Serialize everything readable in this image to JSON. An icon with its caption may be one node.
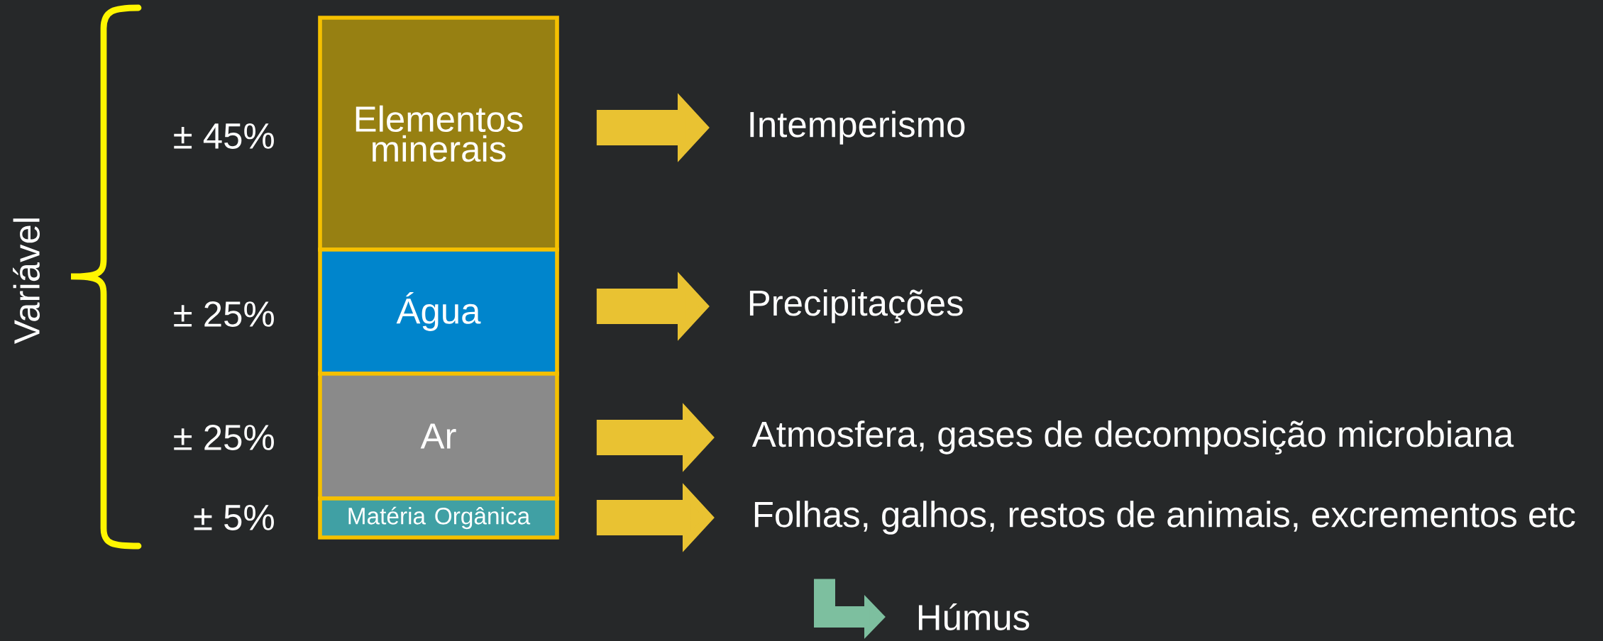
{
  "diagram": {
    "nodes": [
      {
        "text": [
          "Elementos minerais"
        ],
        "beside": [
          "± 45%"
        ]
      },
      {
        "text": [
          "Água"
        ],
        "beside": [
          "± 25%"
        ]
      },
      {
        "text": [
          "Ar"
        ],
        "beside": [
          "± 25%"
        ]
      },
      {
        "text": [
          "Matéria Orgânica"
        ],
        "beside": [
          "± 5%"
        ]
      },
      {
        "text": [
          "Intemperismo"
        ]
      },
      {
        "text": [
          "Precipitações"
        ]
      },
      {
        "text": [
          "Atmosfera, gases de decomposição microbiana"
        ]
      },
      {
        "text": [
          "Folhas, galhos, restos de animais, excrementos etc"
        ]
      },
      {
        "text": [
          "Húmus"
        ]
      }
    ],
    "edges": [
      {
        "from": 0,
        "to": 4,
        "arrow": "to"
      },
      {
        "from": 1,
        "to": 5,
        "arrow": "to"
      },
      {
        "from": 2,
        "to": 6,
        "arrow": "to"
      },
      {
        "from": 3,
        "to": 7,
        "arrow": "to"
      },
      {
        "from": 7,
        "to": 8,
        "arrow": "to",
        "color": "#7dbf9f"
      }
    ],
    "labels": [
      "Variável"
    ]
  }
}
